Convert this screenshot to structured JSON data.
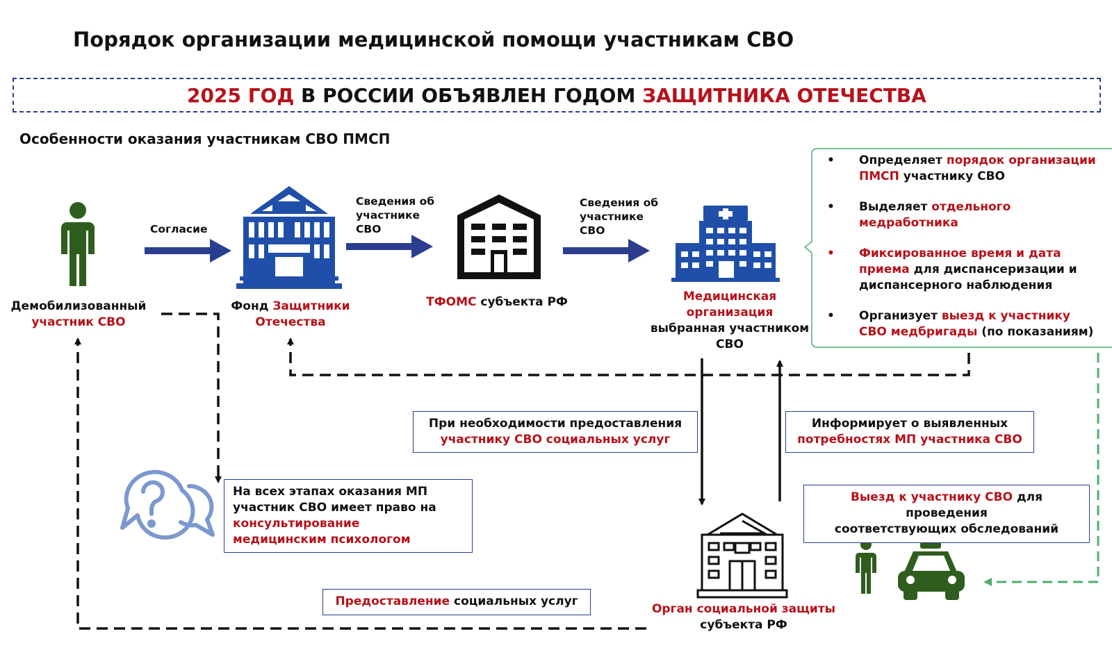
{
  "title": "Порядок организации медицинской помощи участникам СВО",
  "banner": {
    "part1": "2025 ГОД",
    "part2": " В РОССИИ ОБЪЯВЛЕН ГОДОМ ",
    "part3": "ЗАЩИТНИКА ОТЕЧЕСТВА"
  },
  "subtitle": "Особенности оказания участникам СВО ПМСП",
  "nodes": {
    "veteran": {
      "line1": "Демобилизованный",
      "line2": "участник СВО"
    },
    "fund": {
      "prefix": "Фонд ",
      "red1": "Защитники",
      "red2": "Отечества"
    },
    "tfoms": {
      "red": "ТФОМС",
      "rest": " субъекта РФ"
    },
    "medorg": {
      "red1": "Медицинская",
      "red2": "организация",
      "line3": "выбранная участником",
      "line4": "СВО"
    },
    "social": {
      "red": "Орган социальной защиты",
      "line2": "субъекта РФ"
    }
  },
  "arrows": {
    "consent": "Согласие",
    "info1": [
      "Сведения об",
      "участнике",
      "СВО"
    ],
    "info2": [
      "Сведения об",
      "участнике",
      "СВО"
    ]
  },
  "boxes": {
    "social_services_need": {
      "line1": "При необходимости предоставления",
      "line2": "участнику СВО социальных услуг"
    },
    "informs": {
      "line1": "Информирует о выявленных",
      "line2": "потребностях МП участника СВО"
    },
    "psychologist": {
      "line1": "На всех этапах оказания МП",
      "line2": "участник СВО имеет право на",
      "line3": "консультирование",
      "line4": "медицинским психологом"
    },
    "visit": {
      "red": "Выезд к участнику СВО",
      "rest": " для",
      "line2": "проведения",
      "line3": "соответствующих обследований"
    },
    "provision": {
      "red": "Предоставление",
      "rest": " социальных услуг"
    }
  },
  "right_panel": [
    {
      "bullet": "•",
      "a": "Определяет ",
      "b": "порядок организации",
      "c": "ПМСП",
      "d": " участнику СВО"
    },
    {
      "bullet": "•",
      "a": "Выделяет ",
      "b": "отдельного",
      "c": "медработника",
      "d": ""
    },
    {
      "bullet": "•",
      "a": "",
      "b": "Фиксированное время и дата",
      "c": "приема",
      "d": " для диспансеризации и",
      "e": "диспансерного наблюдения"
    },
    {
      "bullet": "•",
      "a": "Организует ",
      "b": "выезд к участнику",
      "c": "СВО медбригады",
      "d": " (по показаниям)"
    }
  ],
  "colors": {
    "accent_red": "#b5121b",
    "navy": "#2a3d8f",
    "building_blue": "#1f4fa8",
    "person_green": "#2f5d1e",
    "dash_green": "#4caf6a",
    "icon_light_blue": "#7b98cf"
  },
  "icons": [
    "person-icon",
    "fund-building-icon",
    "tfoms-building-icon",
    "hospital-icon",
    "social-building-icon",
    "chat-question-icon",
    "ambulance-icon"
  ]
}
